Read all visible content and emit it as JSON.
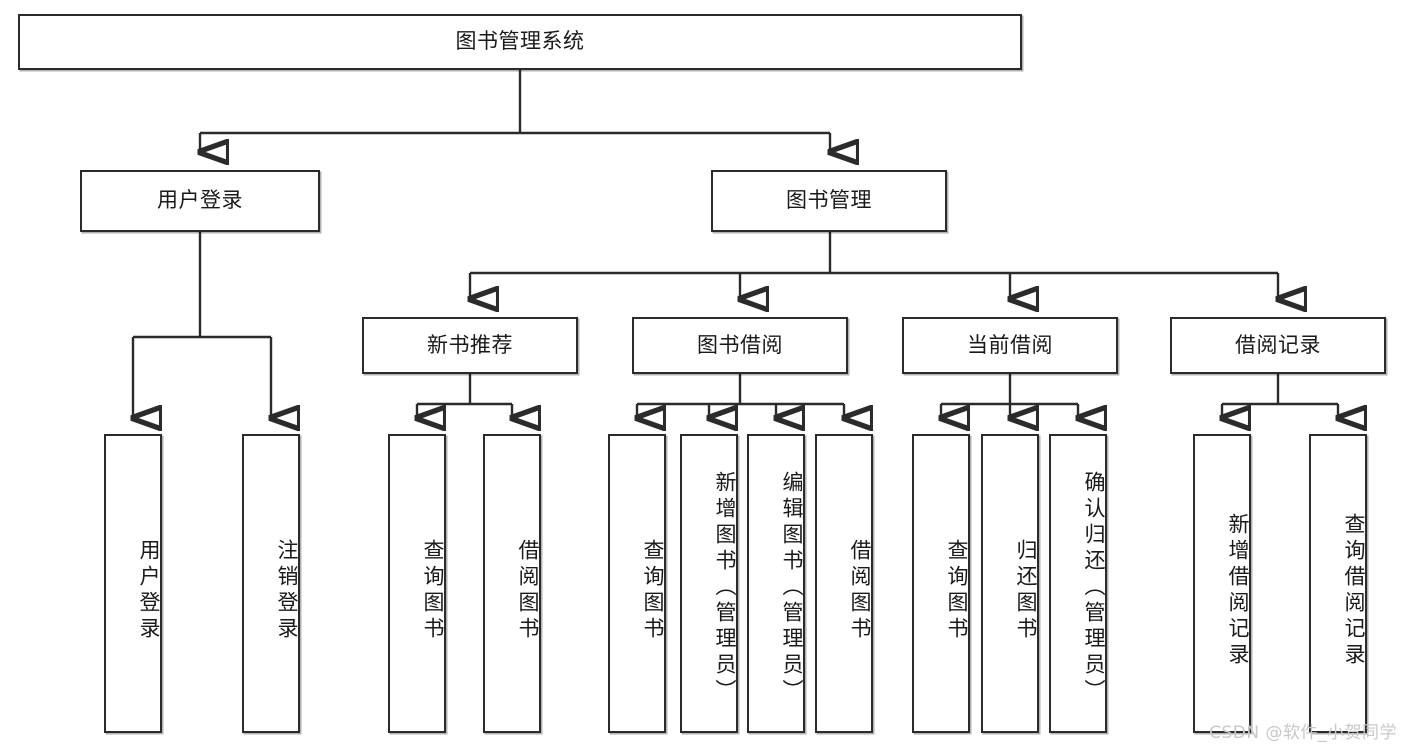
{
  "diagram": {
    "title": "图书管理系统",
    "type": "tree",
    "orientation": "top-down",
    "colors": {
      "stroke": "#2b2b2b",
      "fill": "#ffffff",
      "text": "#1a1a1a",
      "watermark": "#c8c8c8"
    },
    "root": {
      "label": "图书管理系统"
    },
    "level2": [
      {
        "label": "用户登录"
      },
      {
        "label": "图书管理"
      }
    ],
    "level3": [
      {
        "label": "新书推荐"
      },
      {
        "label": "图书借阅"
      },
      {
        "label": "当前借阅"
      },
      {
        "label": "借阅记录"
      }
    ],
    "leaves": {
      "user_login": [
        {
          "label": "用户登录"
        },
        {
          "label": "注销登录"
        }
      ],
      "new_book_recommend": [
        {
          "label": "查询图书"
        },
        {
          "label": "借阅图书"
        }
      ],
      "book_borrow": [
        {
          "label": "查询图书"
        },
        {
          "label": "新增图书（管理员）"
        },
        {
          "label": "编辑图书（管理员）"
        },
        {
          "label": "借阅图书"
        }
      ],
      "current_borrow": [
        {
          "label": "查询图书"
        },
        {
          "label": "归还图书"
        },
        {
          "label": "确认归还（管理员）"
        }
      ],
      "borrow_record": [
        {
          "label": "新增借阅记录"
        },
        {
          "label": "查询借阅记录"
        }
      ]
    }
  },
  "watermark": {
    "text": "CSDN @软件_小贺同学"
  }
}
